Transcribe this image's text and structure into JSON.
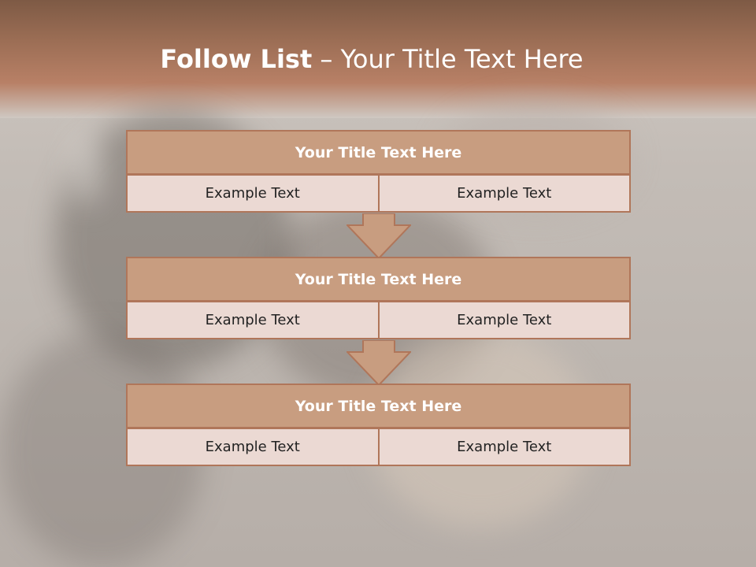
{
  "slide": {
    "title_bold": "Follow List",
    "title_rest": " – Your Title Text Here"
  },
  "steps": [
    {
      "title": "Your Title Text Here",
      "left": "Example Text",
      "right": "Example Text"
    },
    {
      "title": "Your Title Text Here",
      "left": "Example Text",
      "right": "Example Text"
    },
    {
      "title": "Your Title Text Here",
      "left": "Example Text",
      "right": "Example Text"
    }
  ],
  "colors": {
    "header_fill": "#c89d80",
    "border": "#b0765a",
    "cell_fill": "#ebd9d3",
    "arrow_fill": "#c89d80"
  },
  "icons": [
    "down-arrow-icon",
    "down-arrow-icon"
  ]
}
